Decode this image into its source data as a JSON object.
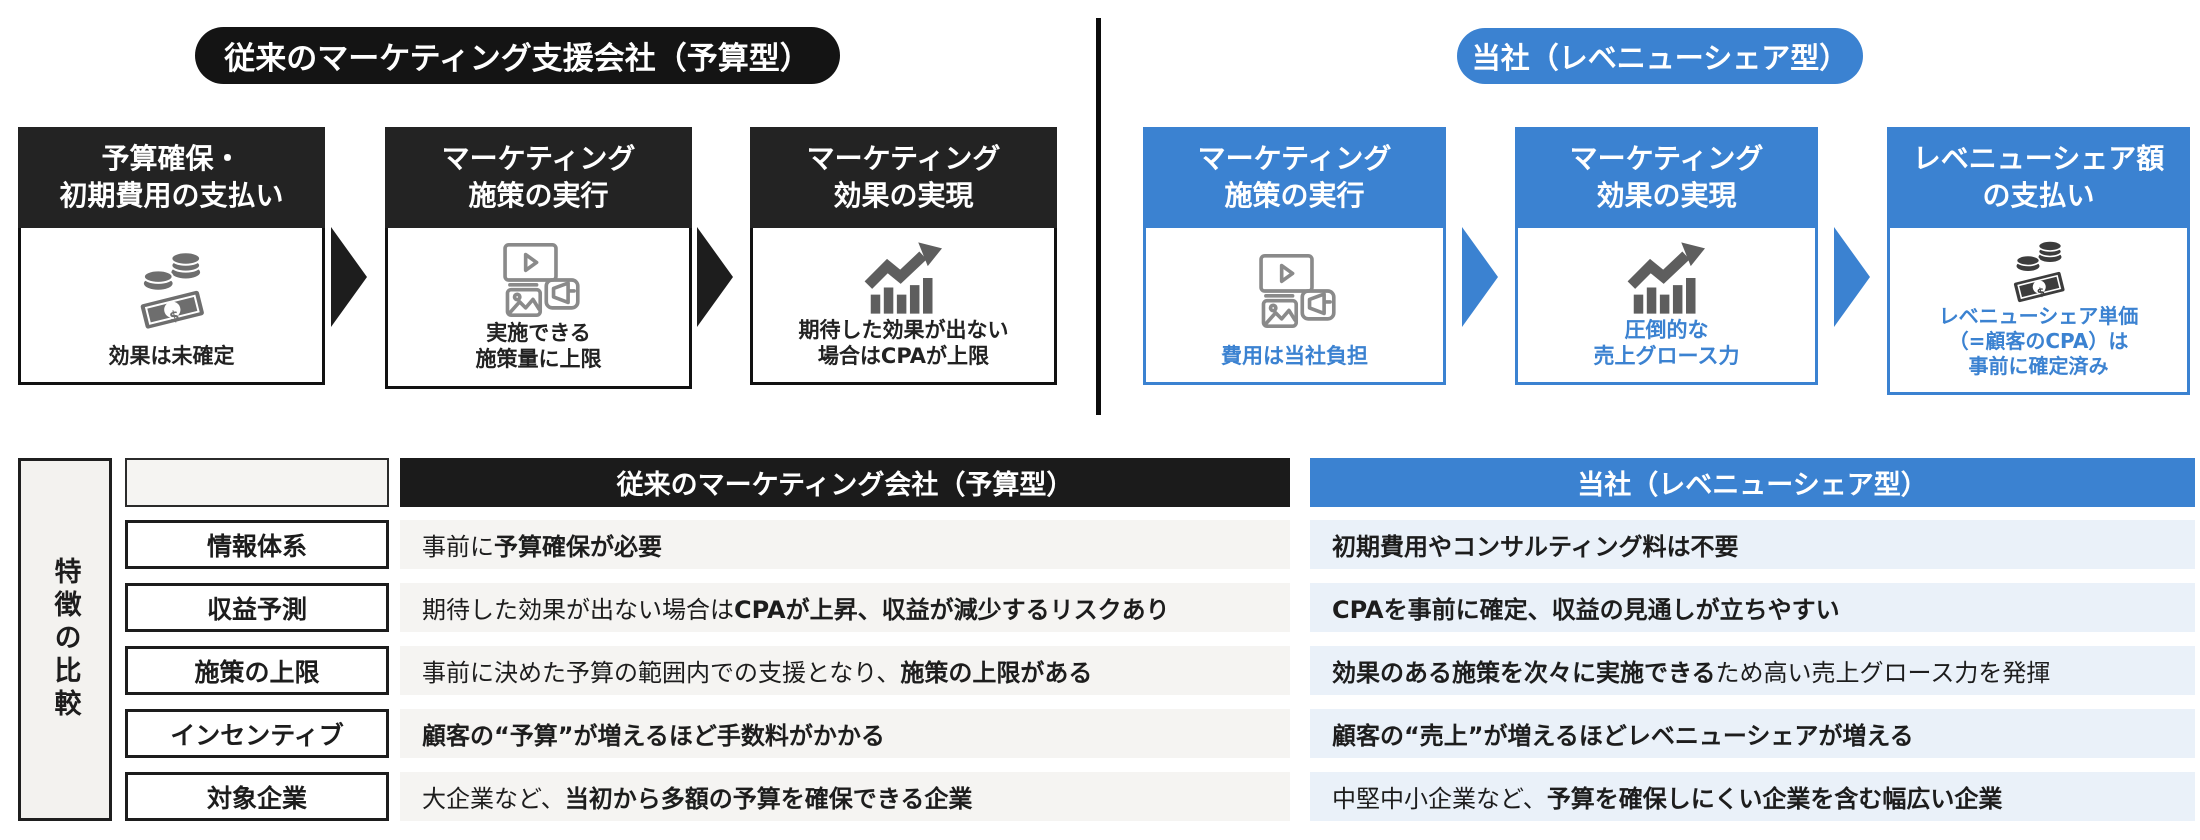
{
  "colors": {
    "accent_blue": "#3B82D1",
    "accent_black": "#1b1b1b",
    "left_cell_bg": "#F5F4F2",
    "right_cell_bg": "#EAF1F9",
    "side_label_bg": "#F3F2EF"
  },
  "left_flow": {
    "badge": "従来のマーケティング支援会社（予算型）",
    "steps": [
      {
        "title": "予算確保・\n初期費用の支払い",
        "icon": "money-icon",
        "caption": "効果は未確定"
      },
      {
        "title": "マーケティング\n施策の実行",
        "icon": "media-marketing-icon",
        "caption": "実施できる\n施策量に上限"
      },
      {
        "title": "マーケティング\n効果の実現",
        "icon": "growth-chart-icon",
        "caption": "期待した効果が出ない\n場合はCPAが上限"
      }
    ]
  },
  "right_flow": {
    "badge": "当社（レベニューシェア型）",
    "steps": [
      {
        "title": "マーケティング\n施策の実行",
        "icon": "media-marketing-icon",
        "caption": "費用は当社負担"
      },
      {
        "title": "マーケティング\n効果の実現",
        "icon": "growth-chart-icon",
        "caption": "圧倒的な\n売上グロース力"
      },
      {
        "title": "レベニューシェア額\nの支払い",
        "icon": "money-icon",
        "caption": "レベニューシェア単価\n（=顧客のCPA）は\n事前に確定済み"
      }
    ]
  },
  "comparison": {
    "side_label": "特徴の比較",
    "col_headers": {
      "left": "従来のマーケティング会社（予算型）",
      "right": "当社（レベニューシェア型）"
    },
    "rows": [
      {
        "label": "情報体系",
        "left_segments": [
          {
            "t": "事前に",
            "b": false
          },
          {
            "t": "予算確保が必要",
            "b": true
          }
        ],
        "right_segments": [
          {
            "t": "初期費用やコンサルティング料は不要",
            "b": true
          }
        ]
      },
      {
        "label": "収益予測",
        "left_segments": [
          {
            "t": "期待した効果が出ない場合は",
            "b": false
          },
          {
            "t": "CPAが上昇、収益が減少するリスクあり",
            "b": true
          }
        ],
        "right_segments": [
          {
            "t": "CPAを事前に確定、収益の見通しが立ちやすい",
            "b": true
          }
        ]
      },
      {
        "label": "施策の上限",
        "left_segments": [
          {
            "t": "事前に決めた予算の範囲内での支援となり、",
            "b": false
          },
          {
            "t": "施策の上限がある",
            "b": true
          }
        ],
        "right_segments": [
          {
            "t": "効果のある施策を次々に実施できる",
            "b": true
          },
          {
            "t": "ため高い売上グロース力を発揮",
            "b": false
          }
        ]
      },
      {
        "label": "インセンティブ",
        "left_segments": [
          {
            "t": "顧客の“予算”が増えるほど手数料がかかる",
            "b": true
          }
        ],
        "right_segments": [
          {
            "t": "顧客の“売上”が増えるほどレベニューシェアが増える",
            "b": true
          }
        ]
      },
      {
        "label": "対象企業",
        "left_segments": [
          {
            "t": "大企業など、",
            "b": false
          },
          {
            "t": "当初から多額の予算を確保できる企業",
            "b": true
          }
        ],
        "right_segments": [
          {
            "t": "中堅中小企業など、",
            "b": false
          },
          {
            "t": "予算を確保しにくい企業を含む幅広い企業",
            "b": true
          }
        ]
      }
    ]
  }
}
